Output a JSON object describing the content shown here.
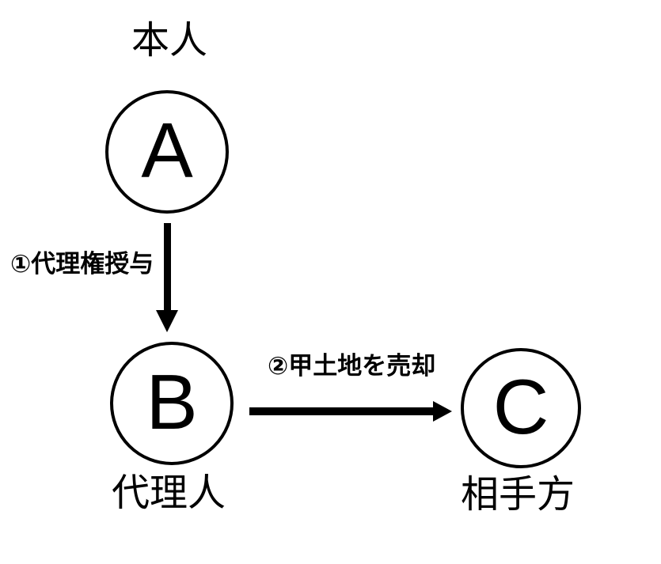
{
  "diagram": {
    "background_color": "#ffffff",
    "line_color": "#000000",
    "nodes": [
      {
        "id": "A",
        "letter": "A",
        "role_label": "本人"
      },
      {
        "id": "B",
        "letter": "B",
        "role_label": "代理人"
      },
      {
        "id": "C",
        "letter": "C",
        "role_label": "相手方"
      }
    ],
    "edges": [
      {
        "from": "A",
        "to": "B",
        "direction": "down",
        "label": "①代理権授与"
      },
      {
        "from": "B",
        "to": "C",
        "direction": "right",
        "label": "②甲土地を売却"
      }
    ]
  }
}
